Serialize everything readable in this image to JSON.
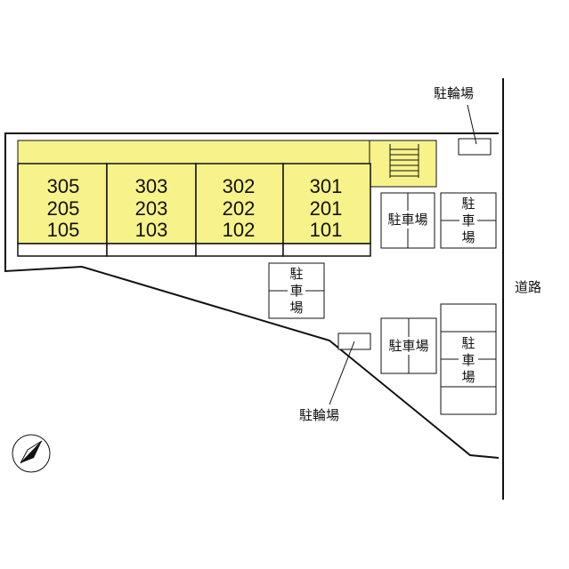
{
  "units": [
    {
      "id": "col-305",
      "rows": [
        "305",
        "205",
        "105"
      ]
    },
    {
      "id": "col-303",
      "rows": [
        "303",
        "203",
        "103"
      ]
    },
    {
      "id": "col-302",
      "rows": [
        "302",
        "202",
        "102"
      ]
    },
    {
      "id": "col-301",
      "rows": [
        "301",
        "201",
        "101"
      ]
    }
  ],
  "labels": {
    "bike_parking_top": "駐輪場",
    "bike_parking_bottom": "駐輪場",
    "road": "道路",
    "parking_a": "駐車場",
    "parking_b": [
      "駐",
      "車",
      "場"
    ],
    "parking_c": [
      "駐",
      "車",
      "場"
    ],
    "parking_d": "駐車場",
    "parking_e": [
      "駐",
      "車",
      "場"
    ]
  },
  "colors": {
    "building_fill": "#f7f28a",
    "line": "#111111"
  },
  "icons": {
    "north": "north-arrow-icon"
  }
}
